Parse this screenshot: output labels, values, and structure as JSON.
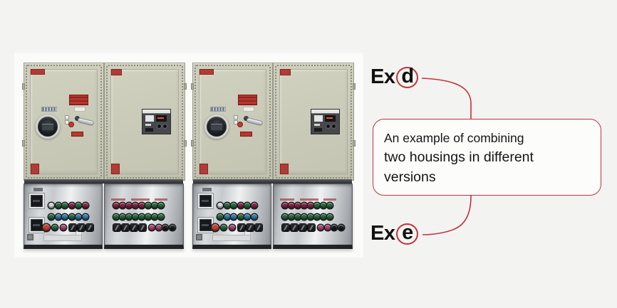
{
  "scene": {
    "background": "#f3f3f2",
    "photo_background": "#fbfbfa"
  },
  "annotations": {
    "accent_color": "#c2333c",
    "text_color": "#111111",
    "protection_code_top": {
      "prefix": "Ex",
      "circled_letter": "d"
    },
    "protection_code_bottom": {
      "prefix": "Ex",
      "circled_letter": "e"
    },
    "callout": {
      "line1": "An example of combining",
      "line2": "two housings in different",
      "line3": "versions"
    }
  },
  "equipment": {
    "assemblies": [
      "enclosure-assembly-1",
      "enclosure-assembly-2"
    ],
    "cabinet_color": "#c8c9b7",
    "steel_panel_color": "#c6cacd",
    "warning_label_color": "#b5392f",
    "palette": {
      "silver": "#d8d9da",
      "green": "#226b3b",
      "maroon": "#8c2244",
      "blue": "#2a7fae",
      "red": "#c8402e",
      "magenta": "#b04477",
      "black": "#1c1d1f"
    },
    "left_panel": {
      "row1": [
        "silver",
        "green",
        "green",
        "maroon",
        "green",
        "maroon"
      ],
      "row2": [
        "green",
        "blue",
        "blue",
        "green",
        "blue",
        "blue"
      ],
      "row3_buttons": [
        "red",
        "green",
        "magenta"
      ],
      "row3_selectors": 3
    },
    "right_panel": {
      "row1": [
        "maroon",
        "maroon",
        "maroon",
        "maroon",
        "maroon",
        "green",
        "green",
        "green"
      ],
      "row2": [
        "green",
        "green",
        "green",
        "green",
        "green",
        "green",
        "green",
        "green"
      ],
      "row3_selectors": 4,
      "row3_buttons": [
        "magenta",
        "magenta",
        "black",
        "black"
      ]
    }
  }
}
